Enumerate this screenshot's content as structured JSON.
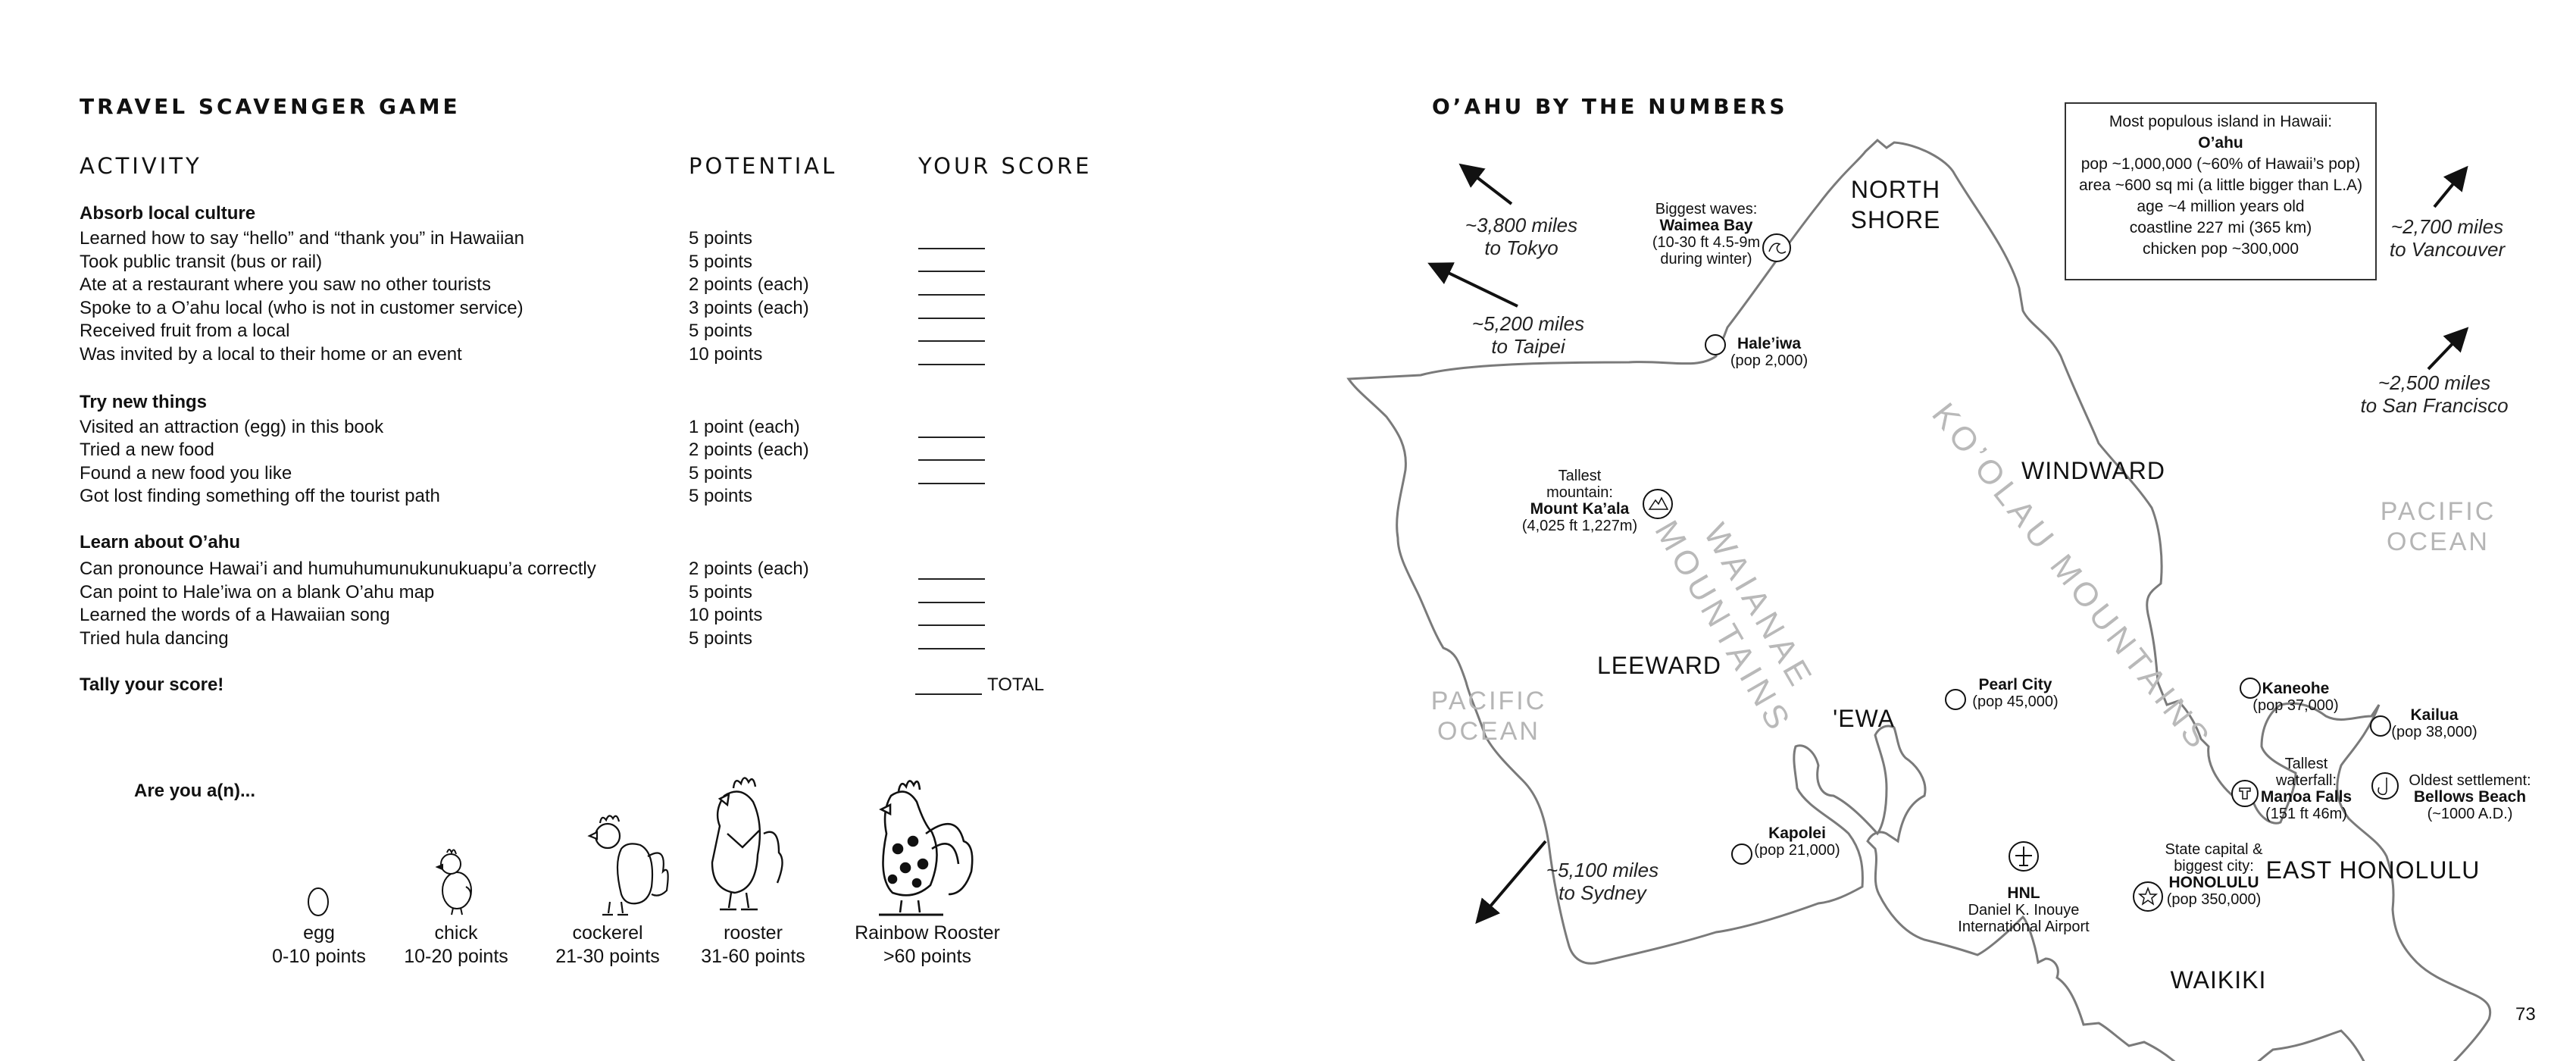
{
  "left_page": {
    "title": "TRAVEL SCAVENGER GAME",
    "columns": {
      "activity": "ACTIVITY",
      "potential": "POTENTIAL",
      "score": "YOUR SCORE"
    },
    "sections": [
      {
        "heading": "Absorb local culture",
        "rows": [
          {
            "activity": "Learned how to say “hello” and “thank you” in Hawaiian",
            "potential": "5 points",
            "blank": true
          },
          {
            "activity": "Took public transit (bus or rail)",
            "potential": "5 points",
            "blank": true
          },
          {
            "activity": "Ate at a restaurant where you saw no other tourists",
            "potential": "2 points (each)",
            "blank": true
          },
          {
            "activity": "Spoke to a O’ahu local (who is not in customer service)",
            "potential": "3 points (each)",
            "blank": true
          },
          {
            "activity": "Received fruit from a local",
            "potential": "5 points",
            "blank": true
          },
          {
            "activity": "Was invited by a local to their home or an event",
            "potential": "10 points",
            "blank": true
          }
        ]
      },
      {
        "heading": "Try new things",
        "rows": [
          {
            "activity": "Visited an attraction (egg) in this book",
            "potential": "1 point (each)",
            "blank": true
          },
          {
            "activity": "Tried a new food",
            "potential": "2 points (each)",
            "blank": true
          },
          {
            "activity": "Found a new food you like",
            "potential": "5 points",
            "blank": true
          },
          {
            "activity": "Got lost finding something off the tourist path",
            "potential": "5 points",
            "blank": false
          }
        ]
      },
      {
        "heading": "Learn about O’ahu",
        "rows": [
          {
            "activity": "Can pronounce Hawai’i and humuhumunukunukuapu’a correctly",
            "potential": "2 points (each)",
            "blank": true
          },
          {
            "activity": "Can point to Hale’iwa on a blank O’ahu map",
            "potential": "5 points",
            "blank": true
          },
          {
            "activity": "Learned the words of a Hawaiian song",
            "potential": "10 points",
            "blank": true
          },
          {
            "activity": "Tried hula dancing",
            "potential": "5 points",
            "blank": true
          }
        ]
      }
    ],
    "tally": {
      "label": "Tally your score!",
      "total_label": "TOTAL"
    },
    "ranks_prompt": "Are you a(n)...",
    "ranks": [
      {
        "name": "egg",
        "range": "0-10 points",
        "icon": "egg-icon"
      },
      {
        "name": "chick",
        "range": "10-20 points",
        "icon": "chick-icon"
      },
      {
        "name": "cockerel",
        "range": "21-30 points",
        "icon": "cockerel-icon"
      },
      {
        "name": "rooster",
        "range": "31-60 points",
        "icon": "rooster-icon"
      },
      {
        "name": "Rainbow Rooster",
        "range": ">60 points",
        "icon": "rainbow-rooster-icon"
      }
    ]
  },
  "right_page": {
    "title": "O’AHU BY THE NUMBERS",
    "fact_box": {
      "heading": "Most populous island in Hawaii:",
      "island": "O’ahu",
      "lines": [
        "pop ~1,000,000 (~60% of Hawaii’s pop)",
        "area ~600 sq mi (a little bigger than L.A)",
        "age ~4 million years old",
        "coastline 227 mi (365 km)",
        "chicken pop ~300,000"
      ]
    },
    "distances": {
      "tokyo": {
        "miles": "~3,800 miles",
        "to": "to Tokyo"
      },
      "taipei": {
        "miles": "~5,200 miles",
        "to": "to Taipei"
      },
      "sydney": {
        "miles": "~5,100 miles",
        "to": "to Sydney"
      },
      "vancouver": {
        "miles": "~2,700 miles",
        "to": "to Vancouver"
      },
      "san_francisco": {
        "miles": "~2,500 miles",
        "to": "to San Francisco"
      }
    },
    "regions": {
      "north_shore_1": "NORTH",
      "north_shore_2": "SHORE",
      "windward": "WINDWARD",
      "leeward": "LEEWARD",
      "ewa": "'EWA",
      "east_honolulu": "EAST HONOLULU",
      "waikiki": "WAIKIKI"
    },
    "oceans": {
      "west_1": "PACIFIC",
      "west_2": "OCEAN",
      "east_1": "PACIFIC",
      "east_2": "OCEAN"
    },
    "mountains": {
      "waianae_1": "WAIANAE",
      "waianae_2": "MOUNTAINS",
      "koolau": "KO’OLAU MOUNTAINS"
    },
    "places": {
      "waimea": {
        "pre": "Biggest waves:",
        "name": "Waimea Bay",
        "detail_1": "(10-30 ft 4.5-9m",
        "detail_2": "during winter)"
      },
      "haleiwa": {
        "name": "Hale’iwa",
        "detail": "(pop 2,000)"
      },
      "kaala": {
        "pre_1": "Tallest",
        "pre_2": "mountain:",
        "name": "Mount Ka’ala",
        "detail": "(4,025 ft 1,227m)"
      },
      "pearl_city": {
        "name": "Pearl City",
        "detail": "(pop 45,000)"
      },
      "kaneohe": {
        "name": "Kaneohe",
        "detail": "(pop 37,000)"
      },
      "kailua": {
        "name": "Kailua",
        "detail": "(pop 38,000)"
      },
      "manoa": {
        "pre_1": "Tallest",
        "pre_2": "waterfall:",
        "name": "Manoa Falls",
        "detail": "(151 ft 46m)"
      },
      "bellows": {
        "pre": "Oldest settlement:",
        "name": "Bellows Beach",
        "detail": "(~1000 A.D.)"
      },
      "kapolei": {
        "name": "Kapolei",
        "detail": "(pop 21,000)"
      },
      "hnl": {
        "name": "HNL",
        "detail_1": "Daniel K. Inouye",
        "detail_2": "International Airport"
      },
      "honolulu": {
        "pre_1": "State capital &",
        "pre_2": "biggest city:",
        "name": "HONOLULU",
        "detail": "(pop 350,000)"
      }
    },
    "page_number": "73"
  }
}
